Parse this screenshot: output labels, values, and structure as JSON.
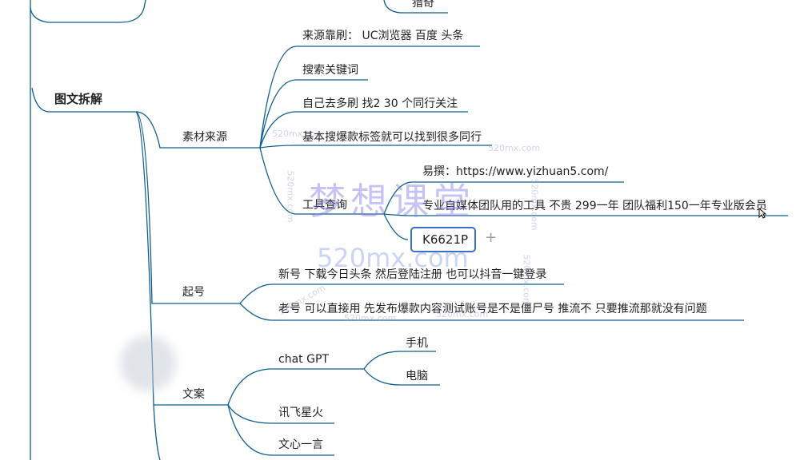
{
  "colors": {
    "line": "#0b5d8f",
    "edit_border": "#3a6fc4",
    "watermark": "#8278e6"
  },
  "top_cut": {
    "label": "猎奇"
  },
  "root": {
    "label": "图文拆解"
  },
  "material": {
    "label": "素材来源",
    "children": [
      "来源靠刷： UC浏览器 百度 头条",
      "搜索关键词",
      "自己去多刷 找2 30 个同行关注",
      "基本搜爆款标签就可以找到很多同行"
    ],
    "tool": {
      "label": "工具查询",
      "children": [
        "易撰：https://www.yizhuan5.com/",
        "专业自媒体团队用的工具 不贵 299一年  团队福利150一年专业版会员"
      ],
      "editing_value": "K6621P",
      "add_symbol": "+"
    }
  },
  "qihao": {
    "label": "起号",
    "children": [
      "新号 下载今日头条 然后登陆注册 也可以抖音一键登录",
      "老号  可以直接用 先发布爆款内容测试账号是不是僵尸号 推流不 只要推流那就没有问题"
    ]
  },
  "wenan": {
    "label": "文案",
    "chatgpt": {
      "label": "chat GPT",
      "children": [
        "手机",
        "电脑"
      ]
    },
    "children": [
      "讯飞星火",
      "文心一言"
    ]
  },
  "watermark": {
    "title": "梦想课堂",
    "site": "520mx.com",
    "small": "520mx.com"
  }
}
